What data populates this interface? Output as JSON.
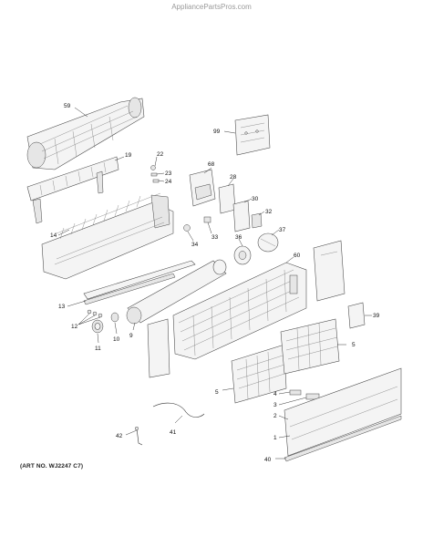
{
  "watermark": "AppliancePartsPros.com",
  "art_number": "(ART NO. WJ2247 C7)",
  "callouts": [
    {
      "id": "c59",
      "label": "59"
    },
    {
      "id": "c99",
      "label": "99"
    },
    {
      "id": "c22",
      "label": "22"
    },
    {
      "id": "c19",
      "label": "19"
    },
    {
      "id": "c23",
      "label": "23"
    },
    {
      "id": "c24",
      "label": "24"
    },
    {
      "id": "c68",
      "label": "68"
    },
    {
      "id": "c28",
      "label": "28"
    },
    {
      "id": "c30",
      "label": "30"
    },
    {
      "id": "c32",
      "label": "32"
    },
    {
      "id": "c37",
      "label": "37"
    },
    {
      "id": "c14",
      "label": "14"
    },
    {
      "id": "c34",
      "label": "34"
    },
    {
      "id": "c33",
      "label": "33"
    },
    {
      "id": "c36",
      "label": "36"
    },
    {
      "id": "c60",
      "label": "60"
    },
    {
      "id": "c13",
      "label": "13"
    },
    {
      "id": "c12",
      "label": "12"
    },
    {
      "id": "c39",
      "label": "39"
    },
    {
      "id": "c10",
      "label": "10"
    },
    {
      "id": "c11",
      "label": "11"
    },
    {
      "id": "c9",
      "label": "9"
    },
    {
      "id": "c5a",
      "label": "5"
    },
    {
      "id": "c5b",
      "label": "5"
    },
    {
      "id": "c4",
      "label": "4"
    },
    {
      "id": "c3",
      "label": "3"
    },
    {
      "id": "c2",
      "label": "2"
    },
    {
      "id": "c41",
      "label": "41"
    },
    {
      "id": "c42",
      "label": "42"
    },
    {
      "id": "c1",
      "label": "1"
    },
    {
      "id": "c40",
      "label": "40"
    }
  ]
}
